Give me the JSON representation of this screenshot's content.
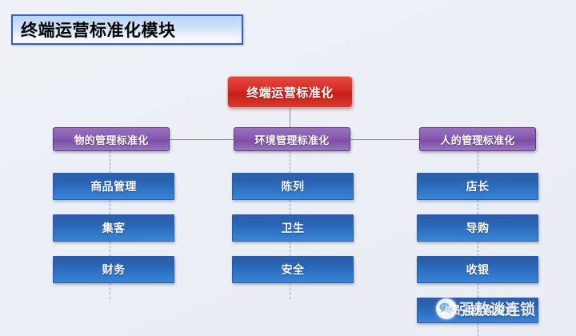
{
  "slide": {
    "background_color": "#eef2f7",
    "title": "终端运营标准化模块"
  },
  "diagram": {
    "root": {
      "label": "终端运营标准化",
      "color": "#d62d24"
    },
    "branches": [
      {
        "label": "物的管理标准化",
        "color": "#8b5fb2"
      },
      {
        "label": "环境管理标准化",
        "color": "#8b5fb2"
      },
      {
        "label": "人的管理标准化",
        "color": "#8b5fb2"
      }
    ],
    "columns": [
      {
        "branch": "物的管理标准化",
        "leaves": [
          "商品管理",
          "集客",
          "财务"
        ]
      },
      {
        "branch": "环境管理标准化",
        "leaves": [
          "陈列",
          "卫生",
          "安全"
        ]
      },
      {
        "branch": "人的管理标准化",
        "leaves": [
          "店长",
          "导购",
          "收银",
          "会员+顾客服务"
        ]
      }
    ],
    "leaf_color": "#2f72c4"
  },
  "watermark": {
    "icon": "wechat-icon",
    "text": "强敖谈连锁"
  }
}
